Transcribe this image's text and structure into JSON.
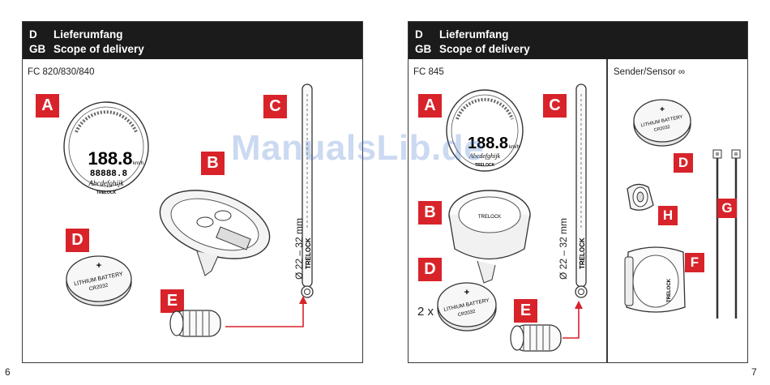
{
  "left_page": {
    "header": {
      "lang1": "D",
      "title1": "Lieferumfang",
      "lang2": "GB",
      "title2": "Scope of delivery"
    },
    "model": "FC 820/830/840",
    "items": {
      "a": "A",
      "b": "B",
      "c": "C",
      "d": "D",
      "e": "E"
    },
    "dimension": "Ø 22 – 32 mm",
    "page_number": "6"
  },
  "right_page": {
    "header": {
      "lang1": "D",
      "title1": "Lieferumfang",
      "lang2": "GB",
      "title2": "Scope of delivery"
    },
    "model": "FC 845",
    "sensor_title": "Sender/Sensor",
    "items": {
      "a": "A",
      "b": "B",
      "c": "C",
      "d": "D",
      "e": "E",
      "d2": "D",
      "f": "F",
      "g": "G",
      "h": "H"
    },
    "dimension": "Ø 22 – 32 mm",
    "battery_qty": "2 x",
    "page_number": "7"
  },
  "labels": {
    "battery_plus": "+",
    "battery_text": "LITHIUM BATTERY",
    "battery_type": "CR2032",
    "brand": "TRELOCK",
    "display_digits": "188.8",
    "display_unit": "km/h",
    "display_odo": "88888.8",
    "display_text": "Abcdefghijk"
  },
  "watermark": "ManualsLib.de",
  "colors": {
    "accent_red": "#d8232a",
    "header_bg": "#1b1b1b"
  }
}
